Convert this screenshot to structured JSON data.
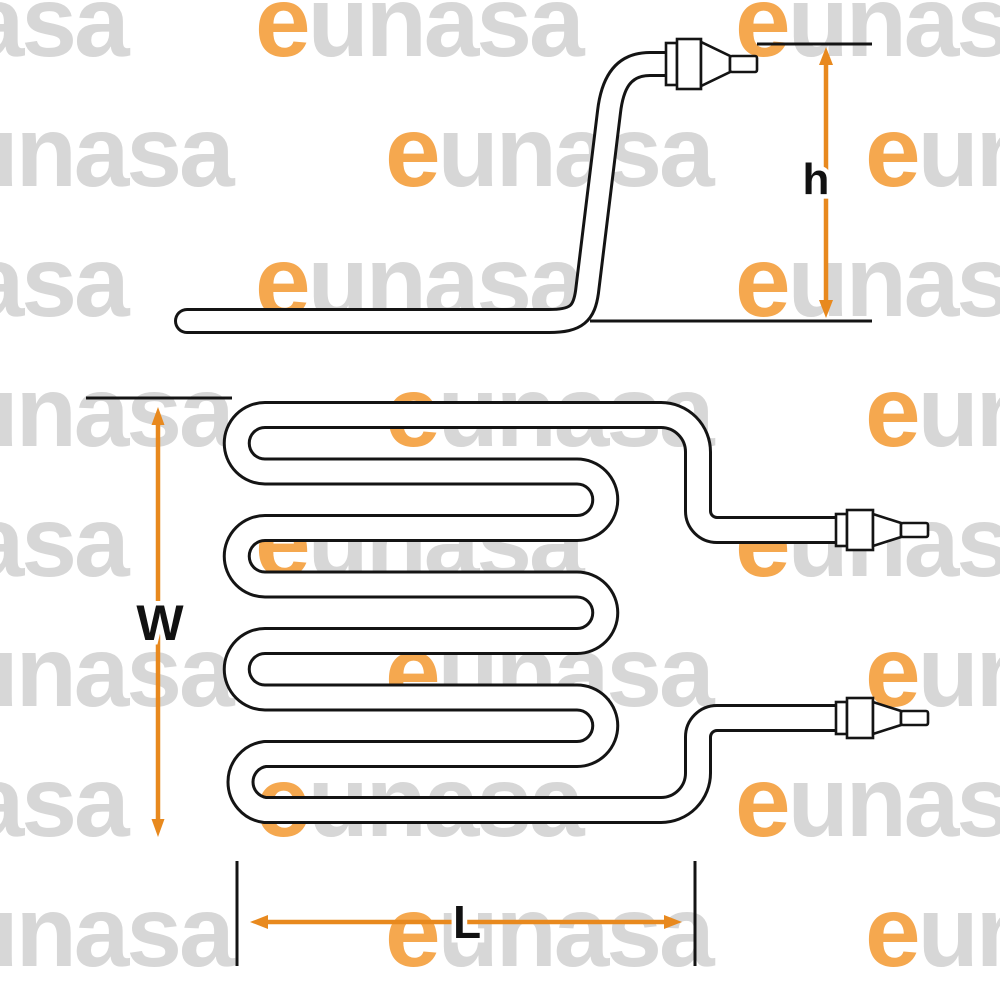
{
  "watermark": {
    "text": "eunasa",
    "text_color": "#d7d7d7",
    "accent_color": "#f5a84f"
  },
  "dimensions": {
    "h": {
      "label": "h"
    },
    "W": {
      "label": "W"
    },
    "L": {
      "label": "L"
    }
  },
  "colors": {
    "dimension_arrow": "#e8891e",
    "line": "#141414",
    "tube_fill": "#ffffff",
    "label_text": "#111111"
  }
}
